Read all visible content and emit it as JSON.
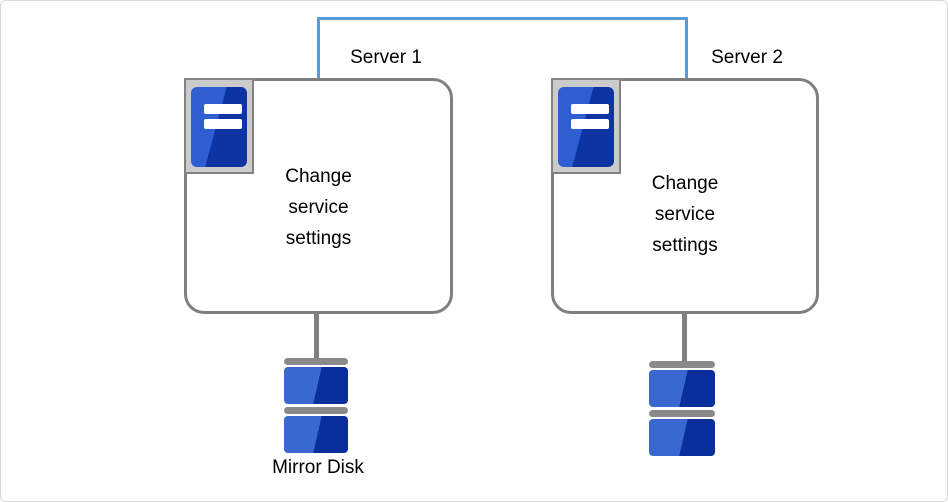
{
  "canvas": {
    "background": "#FFFFFF",
    "border_color": "#D9D9D9"
  },
  "connector": {
    "color": "#5B9BD5",
    "style": "solid"
  },
  "servers": [
    {
      "label": "Server 1",
      "body": "Change\nservice\nsettings",
      "icon": "server-tower-icon"
    },
    {
      "label": "Server 2",
      "body": "Change\nservice\nsettings",
      "icon": "server-tower-icon"
    }
  ],
  "boxes": {
    "border_color": "#7F7F7F"
  },
  "server_icon_colors": {
    "frame": "#CBCBCB",
    "frame_border": "#828282",
    "blue_light": "#2E5ECF",
    "blue_dark": "#0E33A3",
    "drive_bays": "#FFFFFF"
  },
  "disks": {
    "icon": "disk-stack-icon",
    "left_label": "Mirror Disk",
    "colors": {
      "blue_light": "#3968D1",
      "blue_dark": "#0A2F9C",
      "bar_gray": "#8A8A8A",
      "connector_gray": "#808080"
    }
  }
}
